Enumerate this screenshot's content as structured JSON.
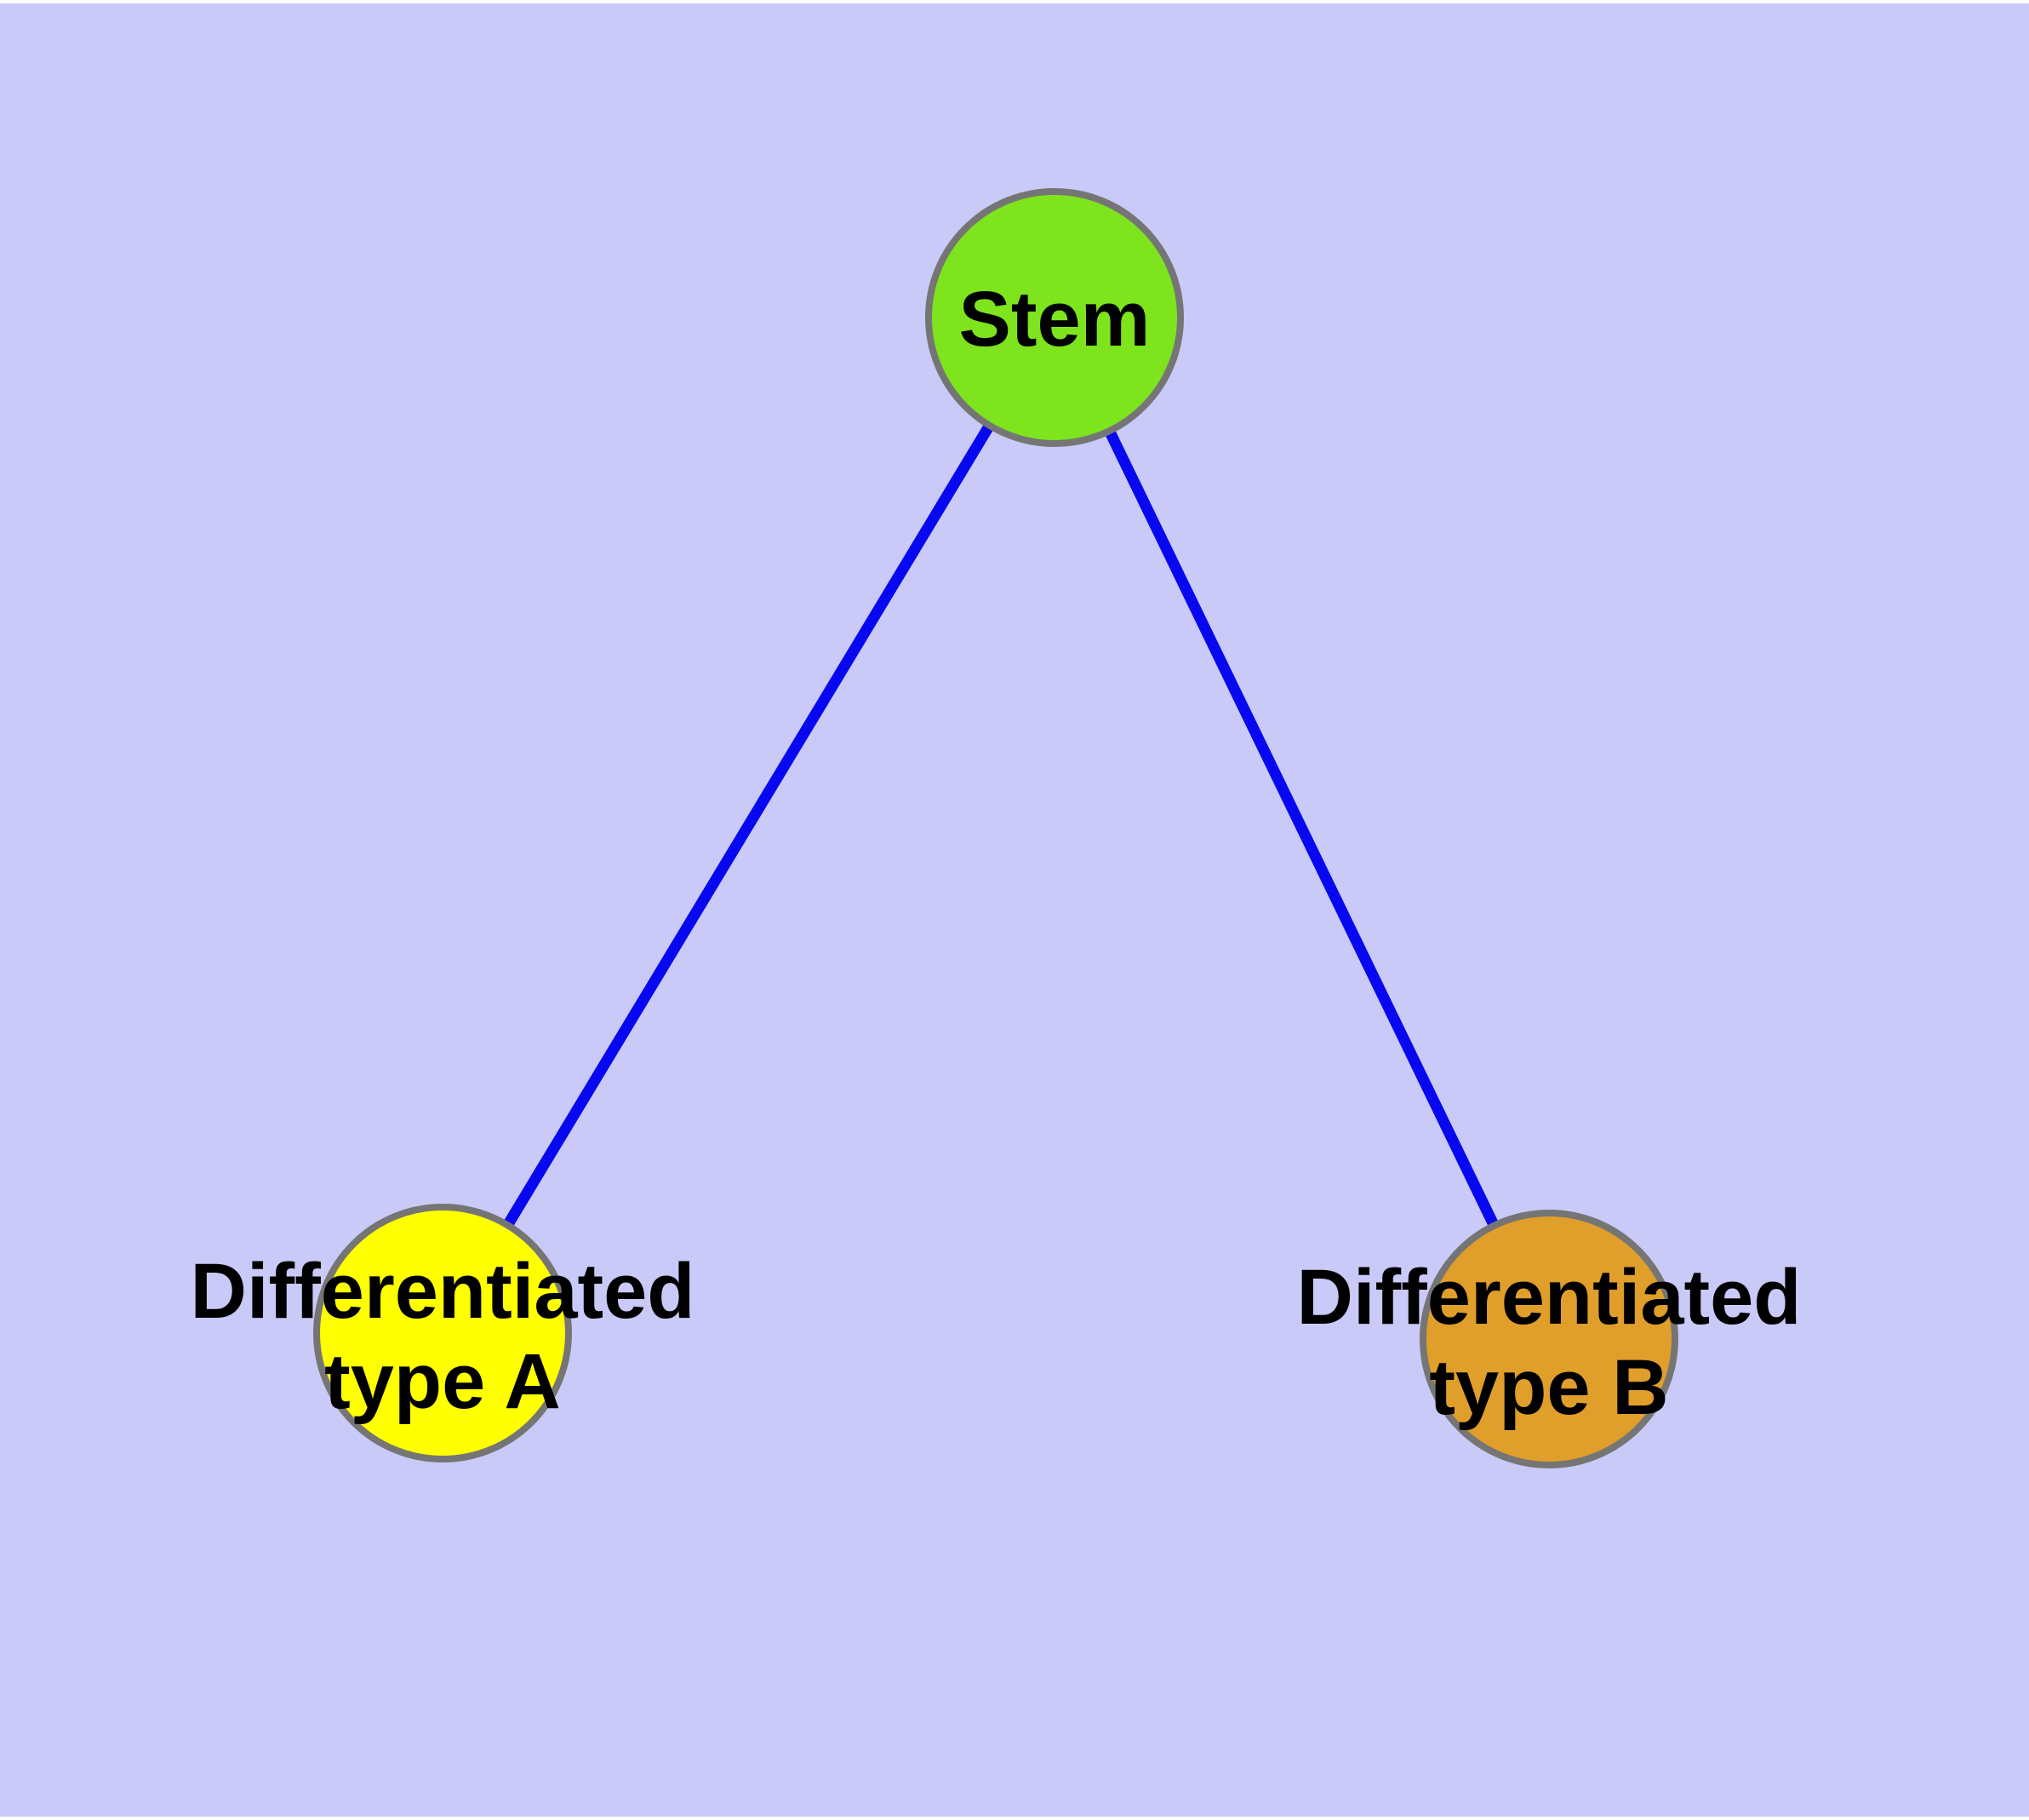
{
  "diagram": {
    "title": "",
    "background_color": "#CACAF8",
    "frame_color": "#FFFFFF",
    "edge_color": "#0808F0",
    "node_border_color": "#757575",
    "label_color": "#000000",
    "nodes": [
      {
        "id": "stem",
        "label": "Stem",
        "line1": "Stem",
        "line2": "",
        "fill": "#7DE41E"
      },
      {
        "id": "type-a",
        "label": "Differentiated type A",
        "line1": "Differentiated",
        "line2": "type A",
        "fill": "#FFFF00"
      },
      {
        "id": "type-b",
        "label": "Differentiated type B",
        "line1": "Differentiated",
        "line2": "type B",
        "fill": "#E09E2A"
      }
    ],
    "edges": [
      {
        "from": "Stem",
        "to": "Differentiated type A"
      },
      {
        "from": "Stem",
        "to": "Differentiated type B"
      }
    ]
  }
}
